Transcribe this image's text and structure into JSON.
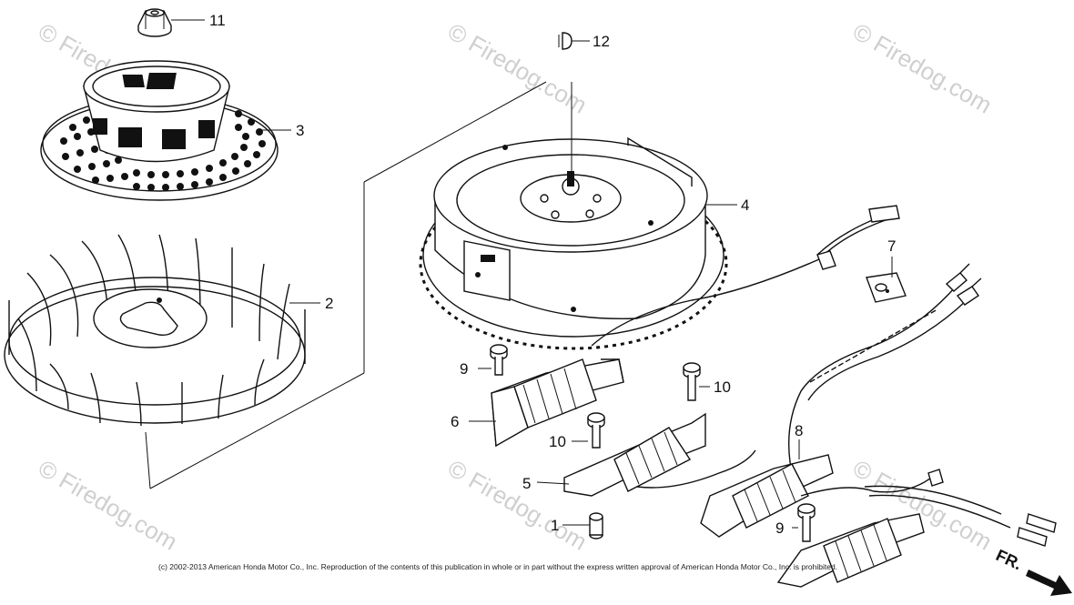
{
  "watermark_text": "© Firedog.com",
  "copyright": "(c) 2002-2013 American Honda Motor Co., Inc. Reproduction of the contents of this publication in whole or in part without the express written approval of American Honda Motor Co., Inc. is prohibited.",
  "direction_label": "FR.",
  "callouts": {
    "c11": "11",
    "c3": "3",
    "c2": "2",
    "c12": "12",
    "c4": "4",
    "c7": "7",
    "c9a": "9",
    "c6": "6",
    "c10a": "10",
    "c10b": "10",
    "c5": "5",
    "c8": "8",
    "c9b": "9",
    "c1": "1"
  }
}
